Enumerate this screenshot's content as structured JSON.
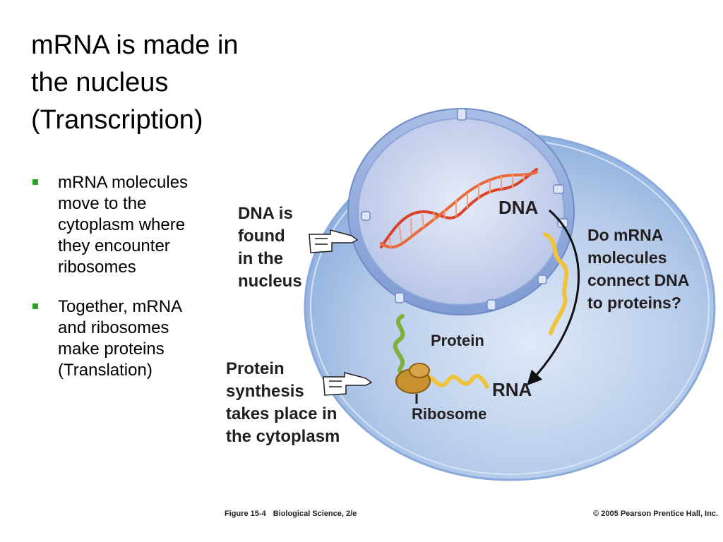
{
  "slide": {
    "title_lines": [
      "mRNA is made in",
      "the nucleus",
      "(Transcription)"
    ],
    "bullets": [
      {
        "lines": [
          "mRNA molecules",
          "move to the",
          "cytoplasm where",
          "they encounter",
          "ribosomes"
        ]
      },
      {
        "lines": [
          "Together, mRNA",
          "and ribosomes",
          "make proteins",
          "(Translation)"
        ]
      }
    ],
    "bullet_color": "#2aa12a"
  },
  "figure": {
    "labels": {
      "dna_found": [
        "DNA is",
        "found",
        "in the",
        "nucleus"
      ],
      "protein_synthesis": [
        "Protein",
        "synthesis",
        "takes place in",
        "the cytoplasm"
      ],
      "question": [
        "Do mRNA",
        "molecules",
        "connect DNA",
        "to proteins?"
      ],
      "dna": "DNA",
      "rna": "RNA",
      "protein": "Protein",
      "ribosome": "Ribosome"
    },
    "caption": {
      "figure_number": "Figure 15-4",
      "book": "Biological Science, 2/e",
      "copyright": "© 2005 Pearson Prentice Hall, Inc."
    },
    "colors": {
      "cytoplasm": "#b7ccea",
      "nuclear_envelope": "#93aede",
      "nucleoplasm": "#cfd5ee",
      "dna_helix": "#d8432a",
      "mrna": "#f0c33c",
      "protein_chain": "#7fb03c",
      "ribosome": "#c8902e",
      "arrow": "#111111"
    }
  }
}
